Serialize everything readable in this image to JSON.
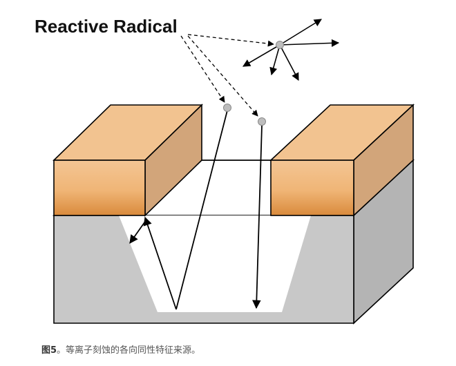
{
  "title": "Reactive Radical",
  "caption": {
    "figure_label": "图5",
    "text": "。等离子刻蚀的各向同性特征来源。"
  },
  "colors": {
    "mask_front_light": "#f3c594",
    "mask_front_dark": "#d98a3c",
    "mask_top": "#f2c390",
    "mask_side": "#d2a57a",
    "substrate_front": "#c8c8c8",
    "substrate_side": "#b4b4b4",
    "substrate_top": "#ffffff",
    "trench": "#ffffff",
    "radical": "#bdbdbd",
    "line": "#000000"
  }
}
